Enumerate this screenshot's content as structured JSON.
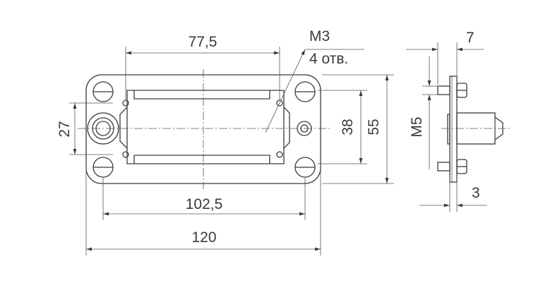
{
  "front_view": {
    "dim_top_width": "77,5",
    "dim_bottom_inner": "102,5",
    "dim_bottom_outer": "120",
    "dim_left_height": "27",
    "dim_right_inner": "38",
    "dim_right_outer": "55",
    "callout_thread": "M3",
    "callout_count": "4 отв."
  },
  "side_view": {
    "dim_top": "7",
    "dim_thread": "M5",
    "dim_bottom": "3"
  }
}
